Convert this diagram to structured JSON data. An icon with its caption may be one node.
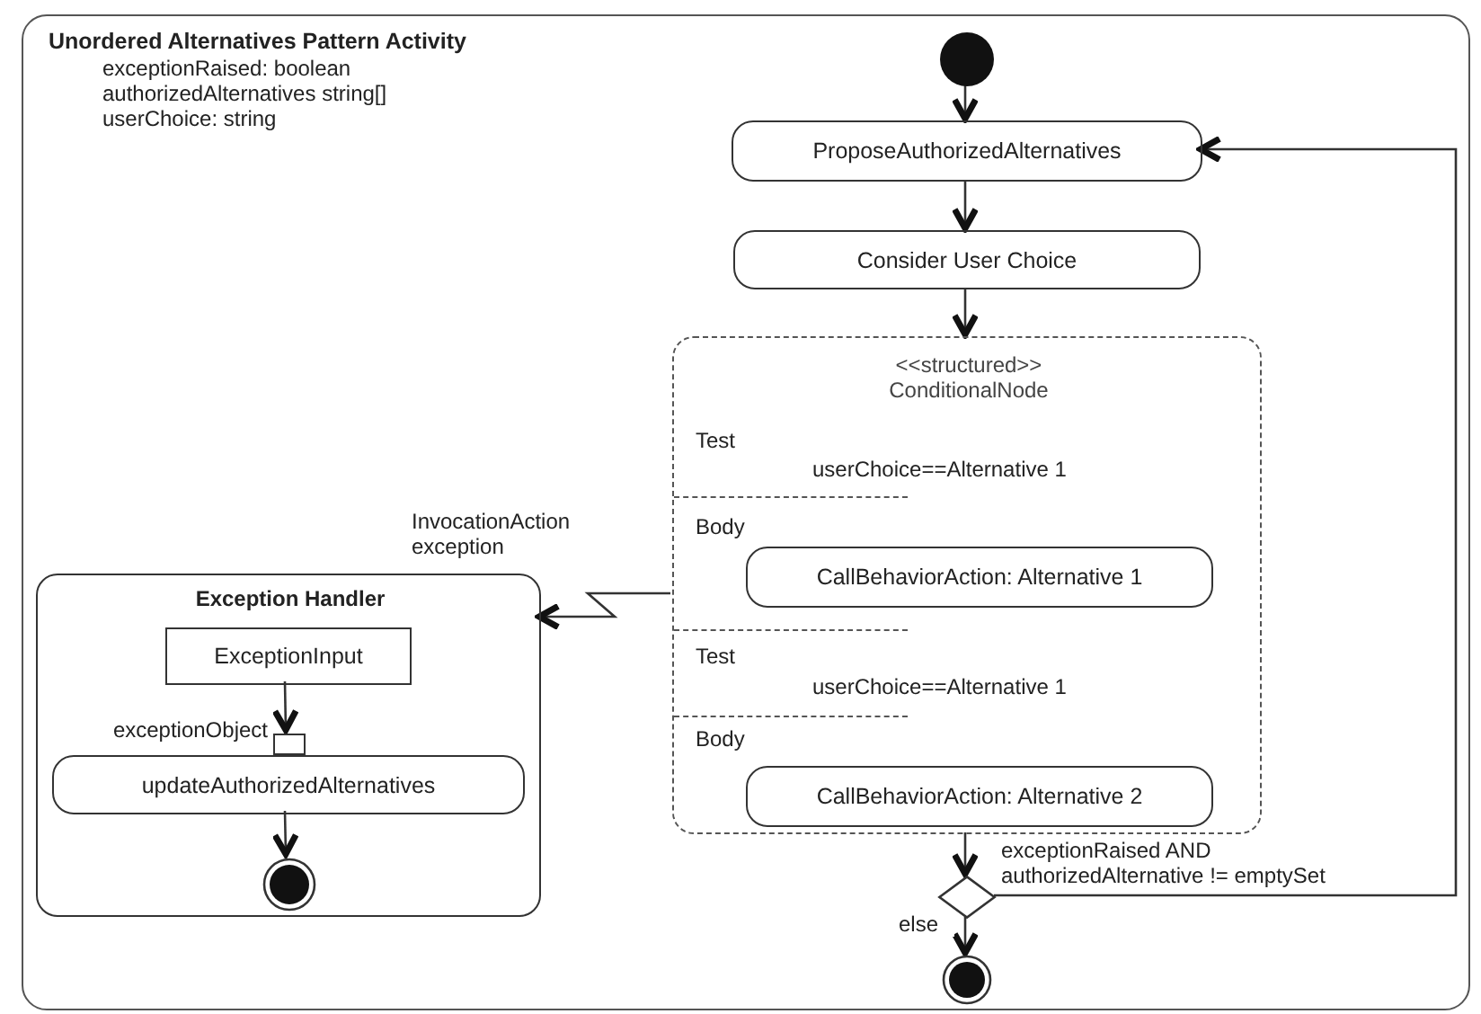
{
  "diagram": {
    "nodes": [
      {
        "text": [
          "Unordered Alternatives Pattern Activity",
          "exceptionRaised: boolean",
          "authorizedAlternatives string[]",
          "userChoice: string"
        ]
      },
      {
        "text": [],
        "shape": "circle",
        "in": 0
      },
      {
        "text": [
          "ProposeAuthorizedAlternatives"
        ],
        "in": 0
      },
      {
        "text": [
          "Consider User Choice"
        ],
        "in": 0
      },
      {
        "text": [
          "<<structured>> ConditionalNode",
          "Test",
          "userChoice==Alternative 1",
          "Body",
          "Test",
          "userChoice==Alternative 1",
          "Body"
        ],
        "in": 0
      },
      {
        "text": [
          "CallBehaviorAction: Alternative 1"
        ],
        "in": 4
      },
      {
        "text": [
          "CallBehaviorAction: Alternative 2"
        ],
        "in": 4
      },
      {
        "text": [
          "Exception Handler"
        ],
        "in": 0
      },
      {
        "text": [
          "ExceptionInput"
        ],
        "in": 7
      },
      {
        "text": [],
        "shape": "box",
        "in": 7,
        "beside": [
          "exceptionObject"
        ]
      },
      {
        "text": [
          "updateAuthorizedAlternatives"
        ],
        "in": 7
      },
      {
        "text": [],
        "shape": "circle",
        "in": 7
      },
      {
        "text": [],
        "shape": "diamond",
        "in": 0
      },
      {
        "text": [],
        "shape": "circle",
        "in": 0
      }
    ],
    "edges": [
      {
        "from": 1,
        "to": 2,
        "arrow": "to"
      },
      {
        "from": 2,
        "to": 3,
        "arrow": "to"
      },
      {
        "from": 3,
        "to": 4,
        "arrow": "to"
      },
      {
        "from": 4,
        "to": 7,
        "arrow": "to",
        "label": "InvocationAction exception"
      },
      {
        "from": 8,
        "to": 9,
        "arrow": "to"
      },
      {
        "from": 10,
        "to": 11,
        "arrow": "to"
      },
      {
        "from": 4,
        "to": 12,
        "arrow": "to"
      },
      {
        "from": 12,
        "to": 2,
        "arrow": "to",
        "label": "exceptionRaised AND authorizedAlternative != emptySet"
      },
      {
        "from": 12,
        "to": 13,
        "arrow": "to",
        "label": "else"
      }
    ]
  }
}
